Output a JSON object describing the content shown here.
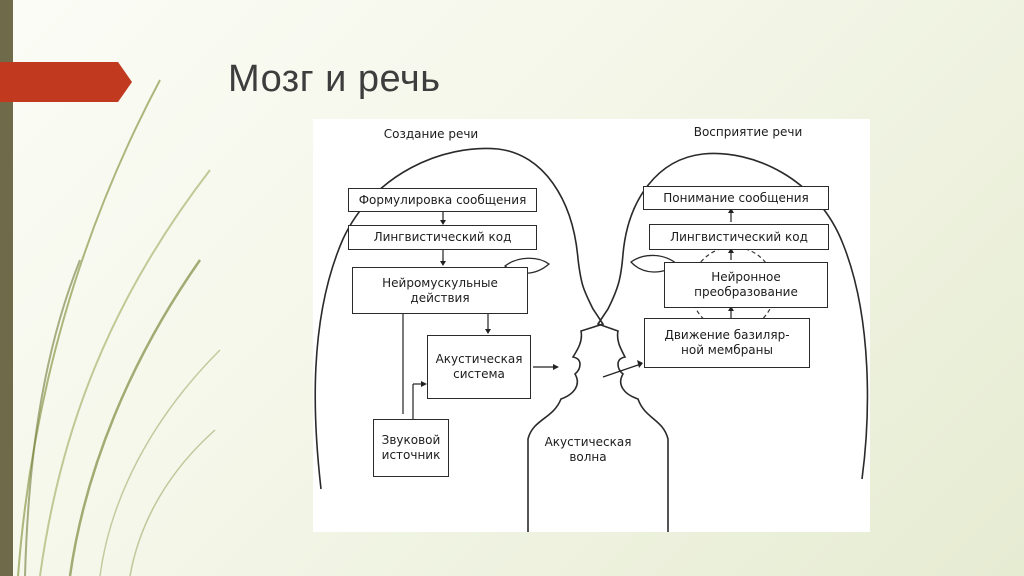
{
  "slide": {
    "title": "Мозг и речь"
  },
  "figure": {
    "left_head_label": "Создание речи",
    "right_head_label": "Восприятие речи",
    "wave_label_line1": "Акустическая",
    "wave_label_line2": "волна",
    "production_boxes": {
      "formulation": "Формулировка сообщения",
      "linguistic_code": "Лингвистический код",
      "neuromuscular_line1": "Нейромускульные",
      "neuromuscular_line2": "действия",
      "acoustic_line1": "Акустическая",
      "acoustic_line2": "система",
      "source_line1": "Звуковой",
      "source_line2": "источник"
    },
    "perception_boxes": {
      "understanding": "Понимание сообщения",
      "linguistic_code": "Лингвистический код",
      "neural_line1": "Нейронное",
      "neural_line2": "преобразование",
      "basilar_line1": "Движение базиляр-",
      "basilar_line2": "ной мембраны"
    }
  },
  "colors": {
    "accent_red": "#c0392b",
    "sidebar": "#6f6a4a",
    "title_text": "#3d3d3d"
  }
}
